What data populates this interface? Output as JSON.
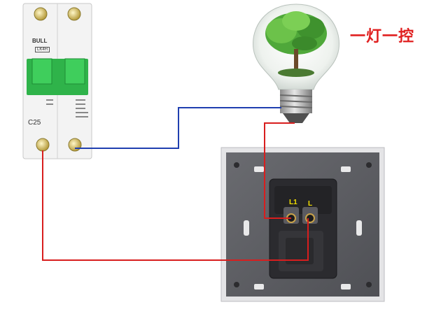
{
  "title": "一灯一控",
  "breaker": {
    "brand": "BULL",
    "model_badge": "LK4H",
    "rating": "C25"
  },
  "switch": {
    "terminal_l1": "L1",
    "terminal_l": "L"
  },
  "colors": {
    "live_wire": "#d81e1e",
    "neutral_wire": "#1f3fb0",
    "breaker_green": "#2fb34a",
    "panel_gray": "#5d5e63"
  }
}
